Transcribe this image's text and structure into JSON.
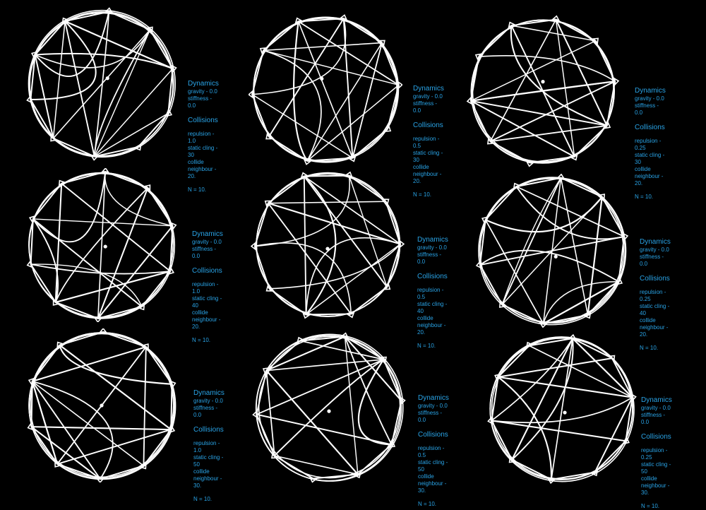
{
  "panels": [
    {
      "dynamics_heading": "Dynamics",
      "gravity": "gravity - 0.0",
      "stiffness": "stiffness - 0.0",
      "collisions_heading": "Collisions",
      "repulsion": "repulsion - 1.0",
      "static_cling": "static cling - 30",
      "collide_neighbour": "collide neighbour - 20.",
      "n": "N = 10."
    },
    {
      "dynamics_heading": "Dynamics",
      "gravity": "gravity - 0.0",
      "stiffness": "stiffness - 0.0",
      "collisions_heading": "Collisions",
      "repulsion": "repulsion - 0.5",
      "static_cling": "static cling - 30",
      "collide_neighbour": "collide neighbour - 20.",
      "n": "N = 10."
    },
    {
      "dynamics_heading": "Dynamics",
      "gravity": "gravity - 0.0",
      "stiffness": "stiffness - 0.0",
      "collisions_heading": "Collisions",
      "repulsion": "repulsion - 0.25",
      "static_cling": "static cling - 30",
      "collide_neighbour": "collide neighbour - 20.",
      "n": "N = 10."
    },
    {
      "dynamics_heading": "Dynamics",
      "gravity": "gravity - 0.0",
      "stiffness": "stiffness - 0.0",
      "collisions_heading": "Collisions",
      "repulsion": "repulsion - 1.0",
      "static_cling": "static cling - 40",
      "collide_neighbour": "collide neighbour - 20.",
      "n": "N = 10."
    },
    {
      "dynamics_heading": "Dynamics",
      "gravity": "gravity - 0.0",
      "stiffness": "stiffness - 0.0",
      "collisions_heading": "Collisions",
      "repulsion": "repulsion - 0.5",
      "static_cling": "static cling - 40",
      "collide_neighbour": "collide neighbour - 20.",
      "n": "N = 10."
    },
    {
      "dynamics_heading": "Dynamics",
      "gravity": "gravity - 0.0",
      "stiffness": "stiffness - 0.0",
      "collisions_heading": "Collisions",
      "repulsion": "repulsion - 0.25",
      "static_cling": "static cling - 40",
      "collide_neighbour": "collide neighbour - 20.",
      "n": "N = 10."
    },
    {
      "dynamics_heading": "Dynamics",
      "gravity": "gravity - 0.0",
      "stiffness": "stiffness - 0.0",
      "collisions_heading": "Collisions",
      "repulsion": "repulsion - 1.0",
      "static_cling": "static cling - 50",
      "collide_neighbour": "collide neighbour - 30.",
      "n": "N = 10."
    },
    {
      "dynamics_heading": "Dynamics",
      "gravity": "gravity - 0.0",
      "stiffness": "stiffness - 0.0",
      "collisions_heading": "Collisions",
      "repulsion": "repulsion - 0.5",
      "static_cling": "static cling - 50",
      "collide_neighbour": "collide neighbour - 30.",
      "n": "N = 10."
    },
    {
      "dynamics_heading": "Dynamics",
      "gravity": "gravity - 0.0",
      "stiffness": "stiffness - 0.0",
      "collisions_heading": "Collisions",
      "repulsion": "repulsion - 0.25",
      "static_cling": "static cling - 50",
      "collide_neighbour": "collide neighbour - 30.",
      "n": "N = 10."
    }
  ]
}
